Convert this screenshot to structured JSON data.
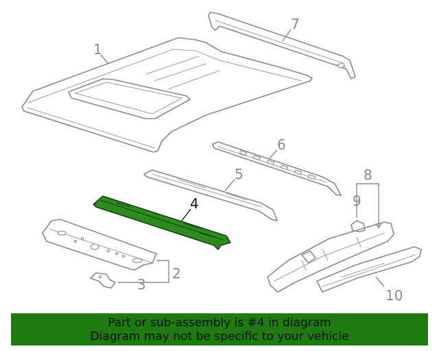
{
  "callouts": [
    {
      "id": "1",
      "label": "1"
    },
    {
      "id": "2",
      "label": "2"
    },
    {
      "id": "3",
      "label": "3"
    },
    {
      "id": "4",
      "label": "4"
    },
    {
      "id": "5",
      "label": "5"
    },
    {
      "id": "6",
      "label": "6"
    },
    {
      "id": "7",
      "label": "7"
    },
    {
      "id": "8",
      "label": "8"
    },
    {
      "id": "9",
      "label": "9"
    },
    {
      "id": "10",
      "label": "10"
    }
  ],
  "highlighted_part": "4",
  "colors": {
    "highlight_fill": "#2e8b1e",
    "banner_background": "#1f7a12",
    "line_art": "#8a8a8a",
    "banner_text": "#111111"
  },
  "banner": {
    "line1": "Part or sub-assembly is #4 in diagram",
    "line2": "Diagram may not be specific to your vehicle"
  }
}
